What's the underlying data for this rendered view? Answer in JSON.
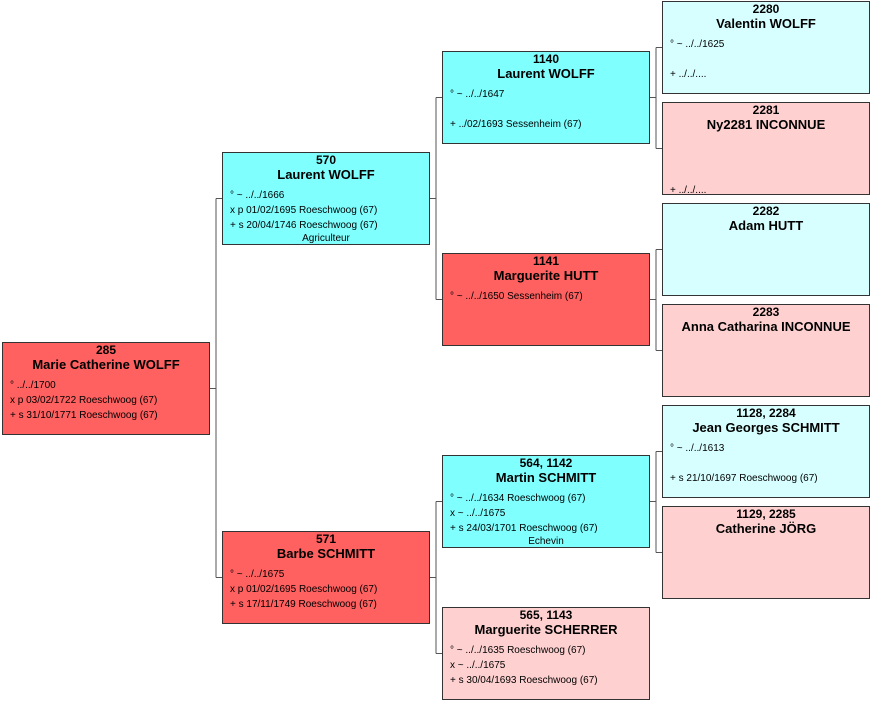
{
  "colors": {
    "male_ancestor": "#80ffff",
    "female_ancestor": "#ff6060",
    "male_unknown_line": "#d8ffff",
    "female_unknown_line": "#ffd0d0"
  },
  "persons": [
    {
      "key": "p285",
      "num": "285",
      "name": "Marie Catherine WOLFF",
      "color": "#ff6060",
      "lines": [
        "° ../../1700",
        "x p 03/02/1722 Roeschwoog (67)",
        "+ s 31/10/1771 Roeschwoog (67)"
      ],
      "occupation": ""
    },
    {
      "key": "p570",
      "num": "570",
      "name": "Laurent WOLFF",
      "color": "#80ffff",
      "lines": [
        "° ~ ../../1666",
        "x p 01/02/1695 Roeschwoog (67)",
        "+ s 20/04/1746 Roeschwoog (67)"
      ],
      "occupation": "Agriculteur"
    },
    {
      "key": "p571",
      "num": "571",
      "name": "Barbe SCHMITT",
      "color": "#ff6060",
      "lines": [
        "° ~ ../../1675",
        "x p 01/02/1695 Roeschwoog (67)",
        "+ s 17/11/1749 Roeschwoog (67)"
      ],
      "occupation": ""
    },
    {
      "key": "p1140",
      "num": "1140",
      "name": "Laurent WOLFF",
      "color": "#80ffff",
      "lines": [
        "° ~ ../../1647",
        "",
        "+ ../02/1693 Sessenheim (67)"
      ],
      "occupation": ""
    },
    {
      "key": "p1141",
      "num": "1141",
      "name": "Marguerite HUTT",
      "color": "#ff6060",
      "lines": [
        "° ~ ../../1650 Sessenheim (67)"
      ],
      "occupation": ""
    },
    {
      "key": "p1142",
      "num": "564, 1142",
      "name": "Martin SCHMITT",
      "color": "#80ffff",
      "lines": [
        "° ~ ../../1634 Roeschwoog (67)",
        "x ~ ../../1675",
        "+ s 24/03/1701 Roeschwoog (67)"
      ],
      "occupation": "Echevin"
    },
    {
      "key": "p1143",
      "num": "565, 1143",
      "name": "Marguerite SCHERRER",
      "color": "#ffd0d0",
      "lines": [
        "° ~ ../../1635 Roeschwoog (67)",
        "x ~ ../../1675",
        "+ s 30/04/1693 Roeschwoog (67)"
      ],
      "occupation": ""
    },
    {
      "key": "p2280",
      "num": "2280",
      "name": "Valentin WOLFF",
      "color": "#d8ffff",
      "lines": [
        "° ~ ../../1625",
        "",
        "+ ../../...."
      ],
      "occupation": ""
    },
    {
      "key": "p2281",
      "num": "2281",
      "name": "Ny2281 INCONNUE",
      "color": "#ffd0d0",
      "lines": [
        "",
        "",
        "",
        "+ ../../...."
      ],
      "occupation": ""
    },
    {
      "key": "p2282",
      "num": "2282",
      "name": "Adam HUTT",
      "color": "#d8ffff",
      "lines": [],
      "occupation": ""
    },
    {
      "key": "p2283",
      "num": "2283",
      "name": "Anna Catharina INCONNUE",
      "color": "#ffd0d0",
      "lines": [],
      "occupation": ""
    },
    {
      "key": "p2284",
      "num": "1128, 2284",
      "name": "Jean Georges SCHMITT",
      "color": "#d8ffff",
      "lines": [
        "° ~ ../../1613",
        "",
        "+ s 21/10/1697 Roeschwoog (67)"
      ],
      "occupation": ""
    },
    {
      "key": "p2285",
      "num": "1129, 2285",
      "name": "Catherine JÖRG",
      "color": "#ffd0d0",
      "lines": [],
      "occupation": ""
    }
  ]
}
